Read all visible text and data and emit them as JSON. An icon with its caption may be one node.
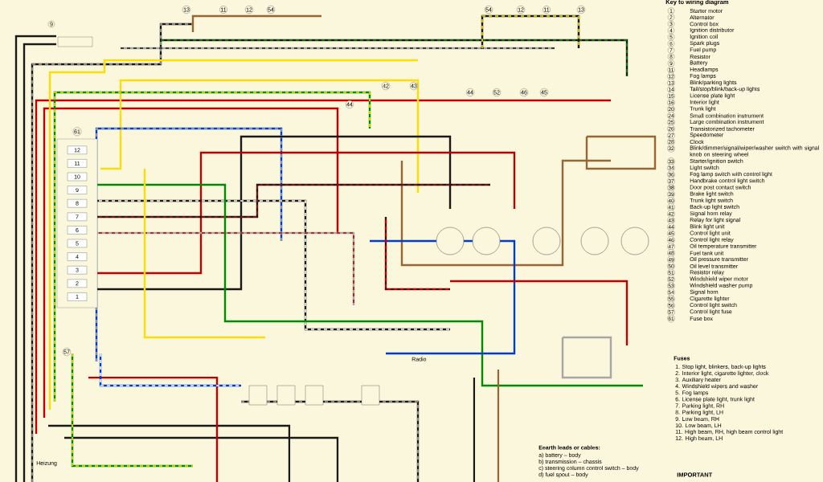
{
  "diagram": {
    "title": "Key to wiring diagram",
    "nodes": [
      {
        "text": [],
        "shape": "box",
        "beside": [
          "61"
        ]
      },
      {
        "text": [
          "12"
        ],
        "in": 0
      },
      {
        "text": [
          "11"
        ],
        "in": 0
      },
      {
        "text": [
          "10"
        ],
        "in": 0
      },
      {
        "text": [
          "9"
        ],
        "in": 0
      },
      {
        "text": [
          "8"
        ],
        "in": 0
      },
      {
        "text": [
          "7"
        ],
        "in": 0
      },
      {
        "text": [
          "6"
        ],
        "in": 0
      },
      {
        "text": [
          "5"
        ],
        "in": 0
      },
      {
        "text": [
          "4"
        ],
        "in": 0
      },
      {
        "text": [
          "3"
        ],
        "in": 0
      },
      {
        "text": [
          "2"
        ],
        "in": 0
      },
      {
        "text": [
          "1"
        ],
        "in": 0
      }
    ],
    "labels": [
      "1",
      "Starter motor",
      "2",
      "Alternator",
      "3",
      "Control box",
      "4",
      "Ignition distributor",
      "5",
      "Ignition coil",
      "6",
      "Spark plugs",
      "7",
      "Fuel pump",
      "8",
      "Resistor",
      "9",
      "Battery",
      "11",
      "Headlamps",
      "12",
      "Fog lamps",
      "13",
      "Blink/parking lights",
      "14",
      "Tail/stop/blink/back-up lights",
      "15",
      "License plate light",
      "16",
      "Interior light",
      "20",
      "Trunk light",
      "24",
      "Small combination instrument",
      "25",
      "Large combination instrument",
      "26",
      "Transistorized tachometer",
      "27",
      "Speedometer",
      "28",
      "Clock",
      "32",
      "Blink/dimmer/signal/wiper/washer switch with signal knob on steering wheel",
      "33",
      "Starter/ignition switch",
      "34",
      "Light switch",
      "36",
      "Fog lamp switch with control light",
      "37",
      "Handbrake control light switch",
      "38",
      "Door post contact switch",
      "39",
      "Brake light switch",
      "40",
      "Trunk light switch",
      "41",
      "Back-up light switch",
      "42",
      "Signal horn relay",
      "43",
      "Relay for light signal",
      "44",
      "Blink light unit",
      "45",
      "Control light unit",
      "46",
      "Control light relay",
      "47",
      "Oil temperature transmitter",
      "48",
      "Fuel tank unit",
      "49",
      "Oil pressure transmitter",
      "50",
      "Oil level transmitter",
      "51",
      "Resistor relay",
      "52",
      "Windshield wiper motor",
      "53",
      "Windshield washer pump",
      "54",
      "Signal horn",
      "55",
      "Cigarette lighter",
      "56",
      "Control light switch",
      "57",
      "Control light fuse",
      "61",
      "Fuse box",
      "9",
      "13",
      "11",
      "12",
      "54",
      "54",
      "12",
      "11",
      "13",
      "42",
      "43",
      "44",
      "44",
      "52",
      "46",
      "45",
      "57",
      "Radio",
      "Heizung",
      "Fuses",
      "1. Stop light, blinkers, back-up lights",
      "2. Interior light, cigarette lighter, clock",
      "3. Auxiliary heater",
      "4. Windshield wipers and washer",
      "5. Fog lamps",
      "6. License plate light, trunk light",
      "7. Parking light, RH",
      "8. Parking light, LH",
      "9. Low beam, RH",
      "10. Low beam, LH",
      "11. High beam, RH, high beam control light",
      "12. High beam, LH",
      "Eearth leads or cables:",
      "a) battery – body",
      "b) transmission – chassis",
      "c) steering column control switch – body",
      "d) fuel spout – body",
      "IMPORTANT"
    ]
  }
}
